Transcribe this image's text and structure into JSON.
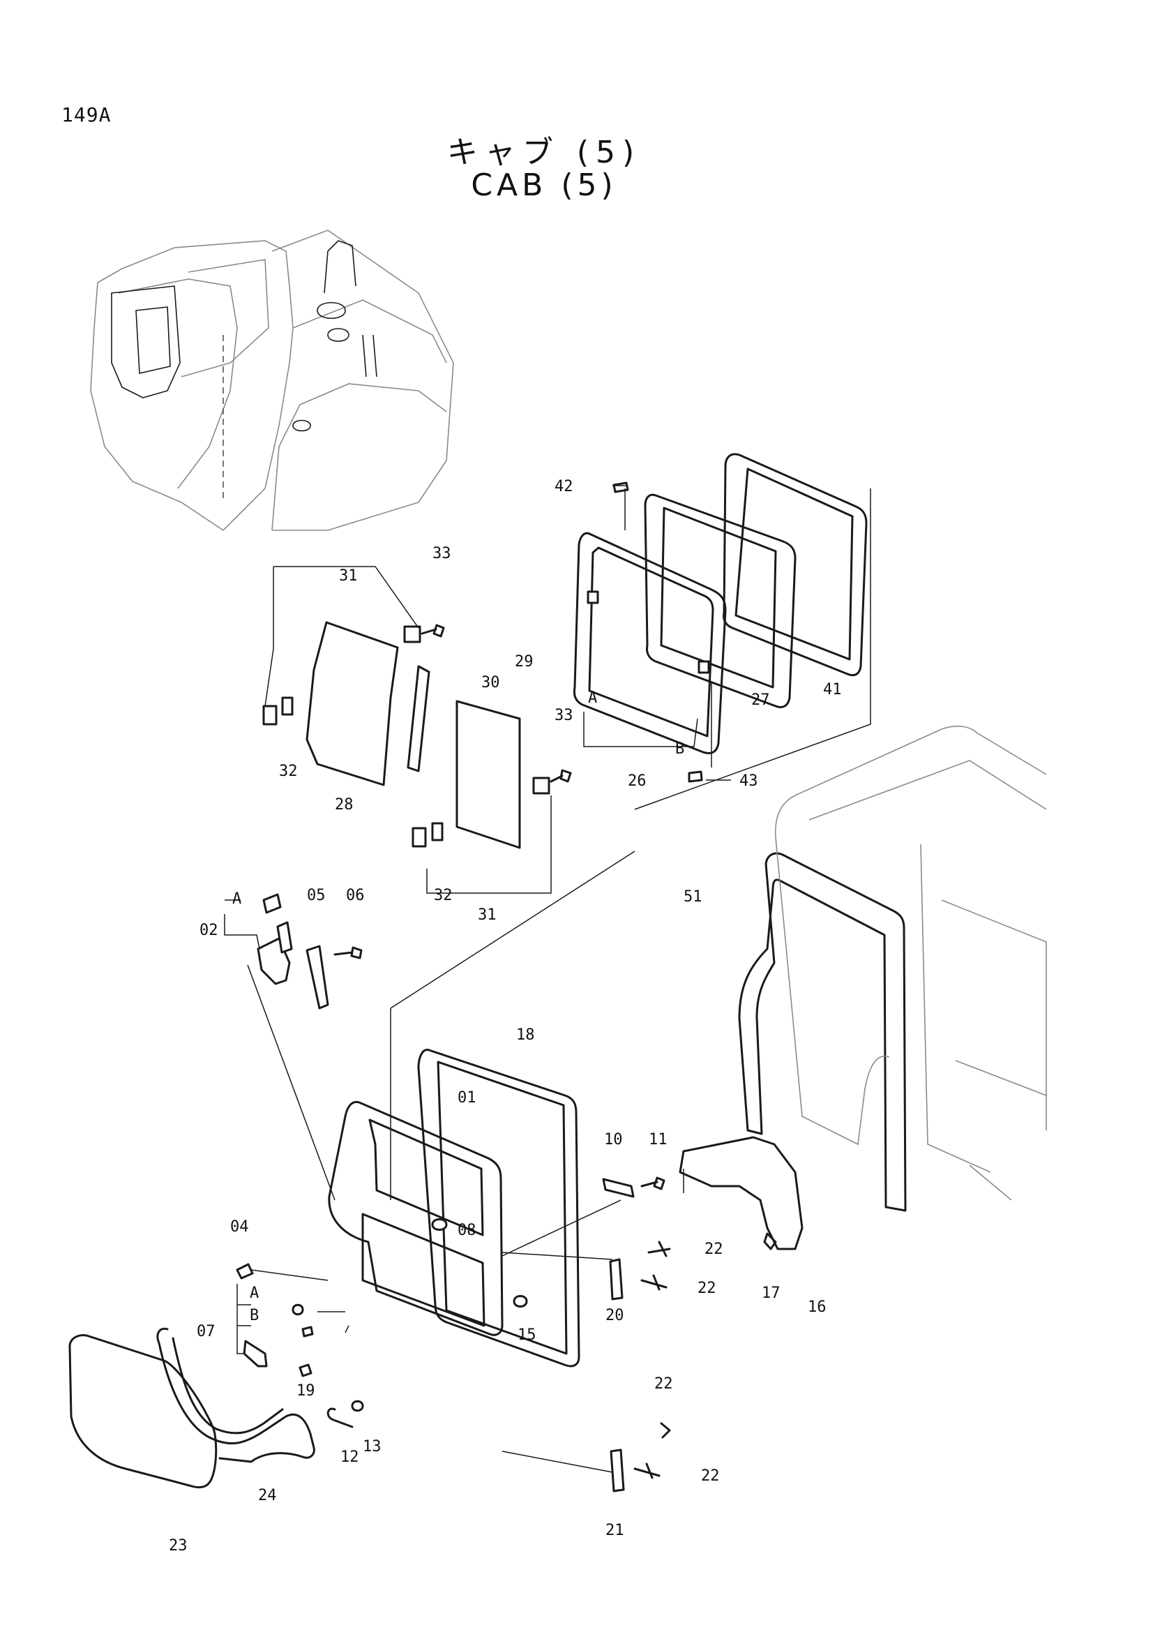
{
  "page_number": "149A",
  "title": {
    "japanese": "キャブ (5)",
    "english": "CAB (5)"
  },
  "callouts": [
    {
      "text": "42"
    },
    {
      "text": "33"
    },
    {
      "text": "31"
    },
    {
      "text": "32"
    },
    {
      "text": "28"
    },
    {
      "text": "30"
    },
    {
      "text": "29"
    },
    {
      "text": "A"
    },
    {
      "text": "B"
    },
    {
      "text": "26"
    },
    {
      "text": "27"
    },
    {
      "text": "41"
    },
    {
      "text": "43"
    },
    {
      "text": "33"
    },
    {
      "text": "32"
    },
    {
      "text": "31"
    },
    {
      "text": "A"
    },
    {
      "text": "02"
    },
    {
      "text": "05"
    },
    {
      "text": "06"
    },
    {
      "text": "51"
    },
    {
      "text": "18"
    },
    {
      "text": "01"
    },
    {
      "text": "10"
    },
    {
      "text": "11"
    },
    {
      "text": "08"
    },
    {
      "text": "04"
    },
    {
      "text": "A"
    },
    {
      "text": "B"
    },
    {
      "text": "07"
    },
    {
      "text": "22"
    },
    {
      "text": "22"
    },
    {
      "text": "20"
    },
    {
      "text": "15"
    },
    {
      "text": "19"
    },
    {
      "text": "17"
    },
    {
      "text": "16"
    },
    {
      "text": "12"
    },
    {
      "text": "13"
    },
    {
      "text": "24"
    },
    {
      "text": "23"
    },
    {
      "text": "22"
    },
    {
      "text": "22"
    },
    {
      "text": "21"
    }
  ]
}
